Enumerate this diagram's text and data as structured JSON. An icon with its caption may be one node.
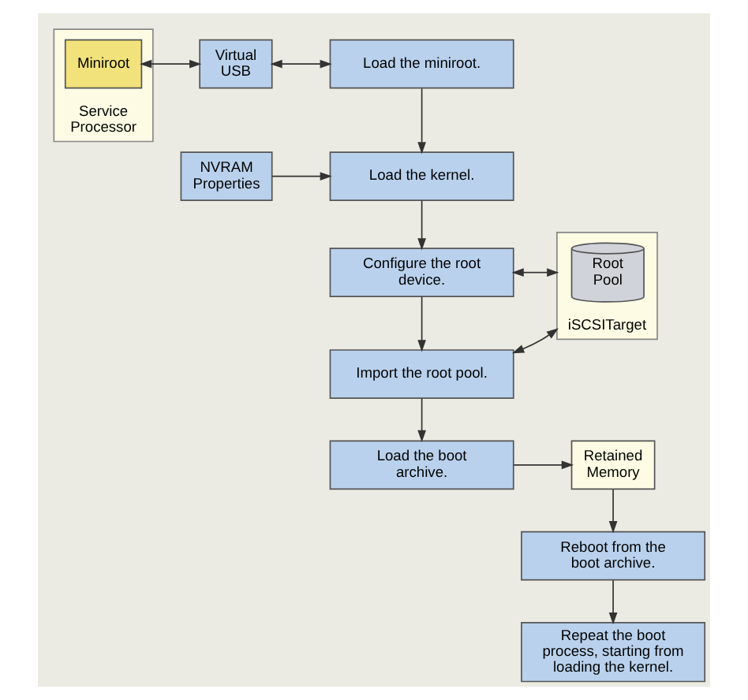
{
  "diagram": {
    "nodes": [
      {
        "text": [
          "Service Processor"
        ]
      },
      {
        "text": [
          "Miniroot"
        ],
        "in": 0
      },
      {
        "text": [
          "Virtual USB"
        ]
      },
      {
        "text": [
          "NVRAM Properties"
        ]
      },
      {
        "text": [
          "iSCSITarget"
        ]
      },
      {
        "text": [
          "Root Pool"
        ],
        "in": 4
      },
      {
        "text": [
          "Retained Memory"
        ]
      },
      {
        "text": [
          "Load the miniroot."
        ]
      },
      {
        "text": [
          "Load the kernel."
        ]
      },
      {
        "text": [
          "Configure the root device."
        ]
      },
      {
        "text": [
          "Import the root pool."
        ]
      },
      {
        "text": [
          "Load the boot archive."
        ]
      },
      {
        "text": [
          "Reboot from the boot archive."
        ]
      },
      {
        "text": [
          "Repeat the boot process, starting from loading the kernel."
        ]
      }
    ],
    "edges": [
      {
        "from": 1,
        "to": 2,
        "arrow": "both"
      },
      {
        "from": 2,
        "to": 7,
        "arrow": "both"
      },
      {
        "from": 7,
        "to": 8,
        "arrow": "to"
      },
      {
        "from": 3,
        "to": 8,
        "arrow": "to"
      },
      {
        "from": 8,
        "to": 9,
        "arrow": "to"
      },
      {
        "from": 4,
        "to": 9,
        "arrow": "both"
      },
      {
        "from": 9,
        "to": 10,
        "arrow": "to"
      },
      {
        "from": 4,
        "to": 10,
        "arrow": "both"
      },
      {
        "from": 10,
        "to": 11,
        "arrow": "to"
      },
      {
        "from": 11,
        "to": 6,
        "arrow": "to"
      },
      {
        "from": 6,
        "to": 12,
        "arrow": "to"
      },
      {
        "from": 12,
        "to": 13,
        "arrow": "to"
      }
    ]
  }
}
